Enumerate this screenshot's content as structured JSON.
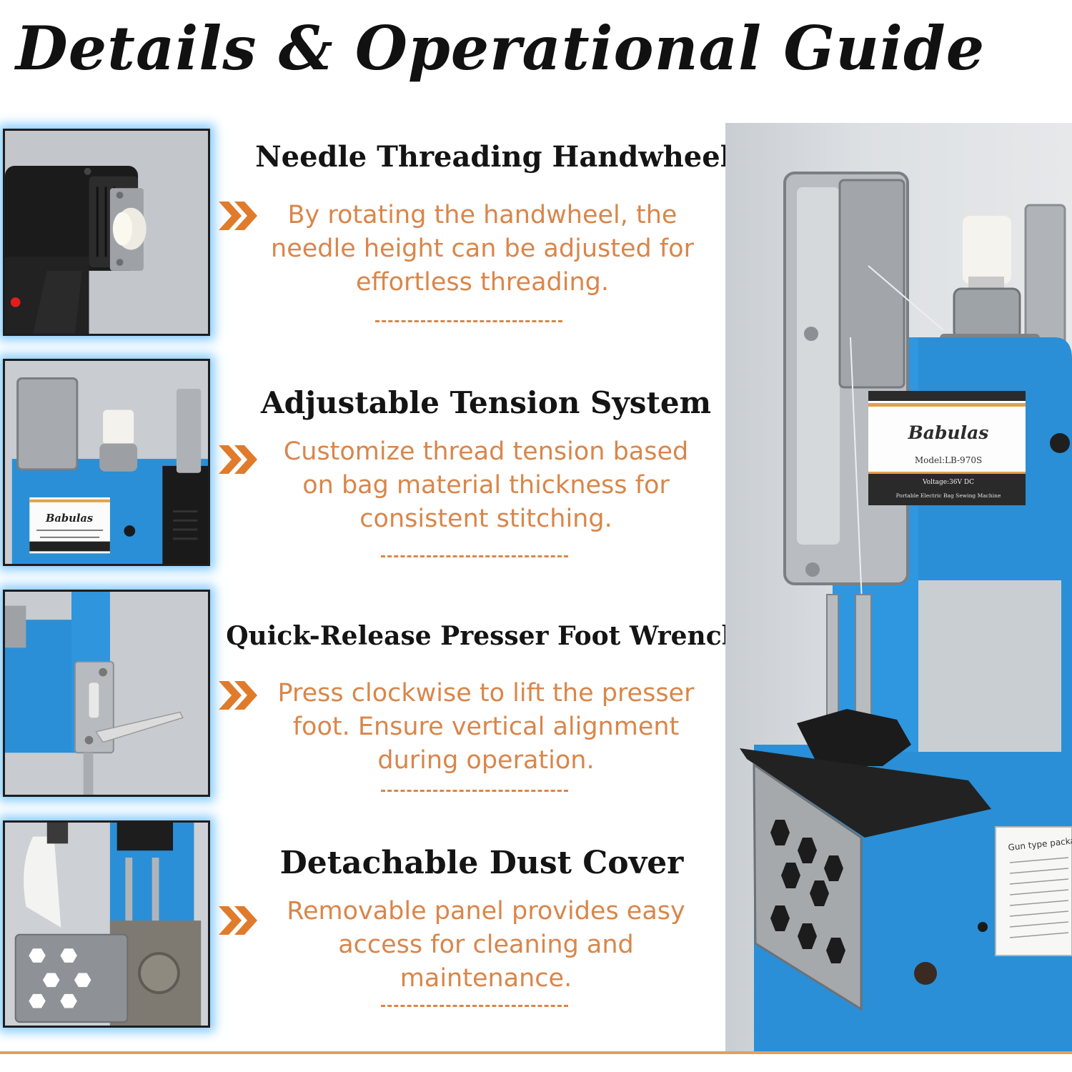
{
  "title": "Details & Operational Guide",
  "features": [
    {
      "title": "Needle Threading Handwheel",
      "description": "By rotating the handwheel, the needle height can be adjusted for effortless threading."
    },
    {
      "title": "Adjustable Tension System",
      "description": "Customize thread tension based on bag material thickness for consistent stitching."
    },
    {
      "title": "Quick-Release Presser Foot Wrench",
      "description": "Press clockwise to lift the presser foot. Ensure vertical alignment during operation."
    },
    {
      "title": "Detachable Dust Cover",
      "description": "Removable panel provides easy access for cleaning and maintenance."
    }
  ],
  "machine_label": {
    "brand": "Babulas",
    "model": "Model:LB-970S",
    "voltage": "Voltage:36V DC",
    "product": "Portable Electric Bag Sewing Machine"
  },
  "warning_label": {
    "heading": "Gun type packaging m"
  },
  "icons": {
    "bullet": "chevron-double-right-icon"
  },
  "colors": {
    "accent_orange": "#d9864a",
    "machine_blue": "#2a8fd6",
    "thumb_glow": "#5cb8ff"
  }
}
